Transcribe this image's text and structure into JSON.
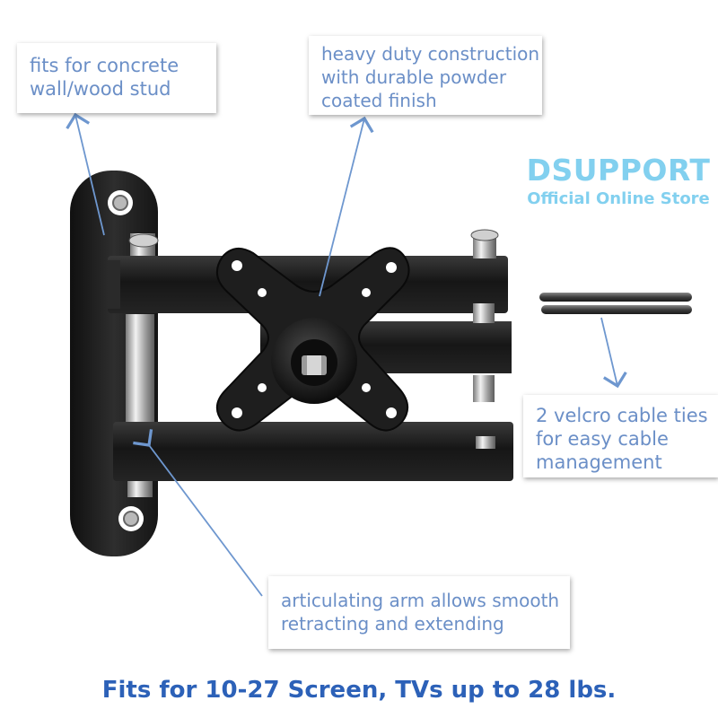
{
  "callouts": {
    "wall": [
      "fits for concrete",
      "wall/wood stud"
    ],
    "construction": [
      "heavy duty construction",
      "with durable powder",
      "coated finish"
    ],
    "ties": [
      "2 velcro cable ties",
      "for easy cable",
      "management"
    ],
    "arm": [
      "articulating arm allows smooth",
      "retracting and extending"
    ]
  },
  "brand": {
    "name": "DSUPPORT",
    "subtitle": "Official Online Store"
  },
  "footer": "Fits for 10-27 Screen, TVs up to 28 lbs.",
  "colors": {
    "callout_text": "#6b8fc7",
    "arrow": "#6e97cf",
    "brand": "#82d0ef",
    "footer": "#2c61b8",
    "metal": "#1c1c1c"
  }
}
